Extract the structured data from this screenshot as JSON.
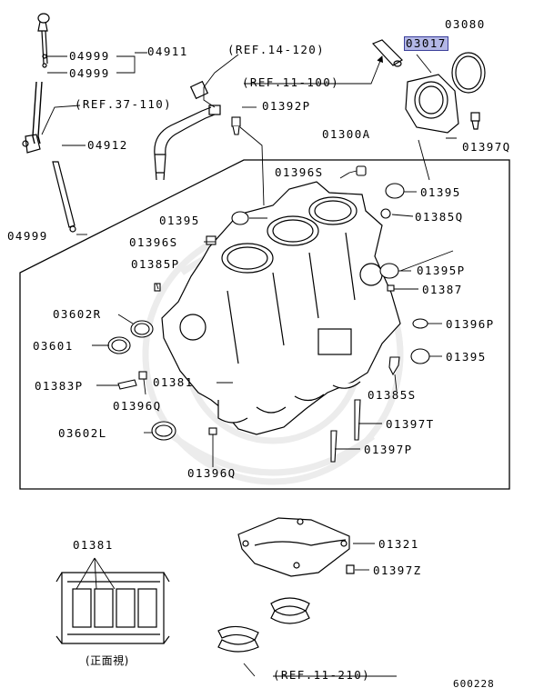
{
  "diagram": {
    "figure_id": "600228",
    "front_view_caption": "(正面視)",
    "refs": {
      "ref_14_120": "(REF.14-120)",
      "ref_11_100": "(REF.11-100)",
      "ref_37_110": "(REF.37-110)",
      "ref_11_210": "(REF.11-210)"
    },
    "parts": {
      "p04911": "04911",
      "p04999_a": "04999",
      "p04999_b": "04999",
      "p04912": "04912",
      "p04999_c": "04999",
      "p03017": "03017",
      "p03080": "03080",
      "p01397q": "01397Q",
      "p01392p": "01392P",
      "p01300a": "01300A",
      "p01396s_a": "01396S",
      "p01395_a": "01395",
      "p01385q": "01385Q",
      "p01395_b": "01395",
      "p01396s_b": "01396S",
      "p01385p": "01385P",
      "p01395p": "01395P",
      "p01387": "01387",
      "p03602r": "03602R",
      "p01396p": "01396P",
      "p03601": "03601",
      "p01395_c": "01395",
      "p01381_a": "01381",
      "p01383p": "01383P",
      "p01385s": "01385S",
      "p01396q_a": "01396Q",
      "p01397t": "01397T",
      "p03602l": "03602L",
      "p01397p": "01397P",
      "p01396q_b": "01396Q",
      "p01381_b": "01381",
      "p01321": "01321",
      "p01397z": "01397Z"
    }
  },
  "colors": {
    "highlight_fill": "#b3b7e6",
    "highlight_border": "#3b3f9a",
    "ink": "#000000",
    "watermark": "#ececec"
  }
}
